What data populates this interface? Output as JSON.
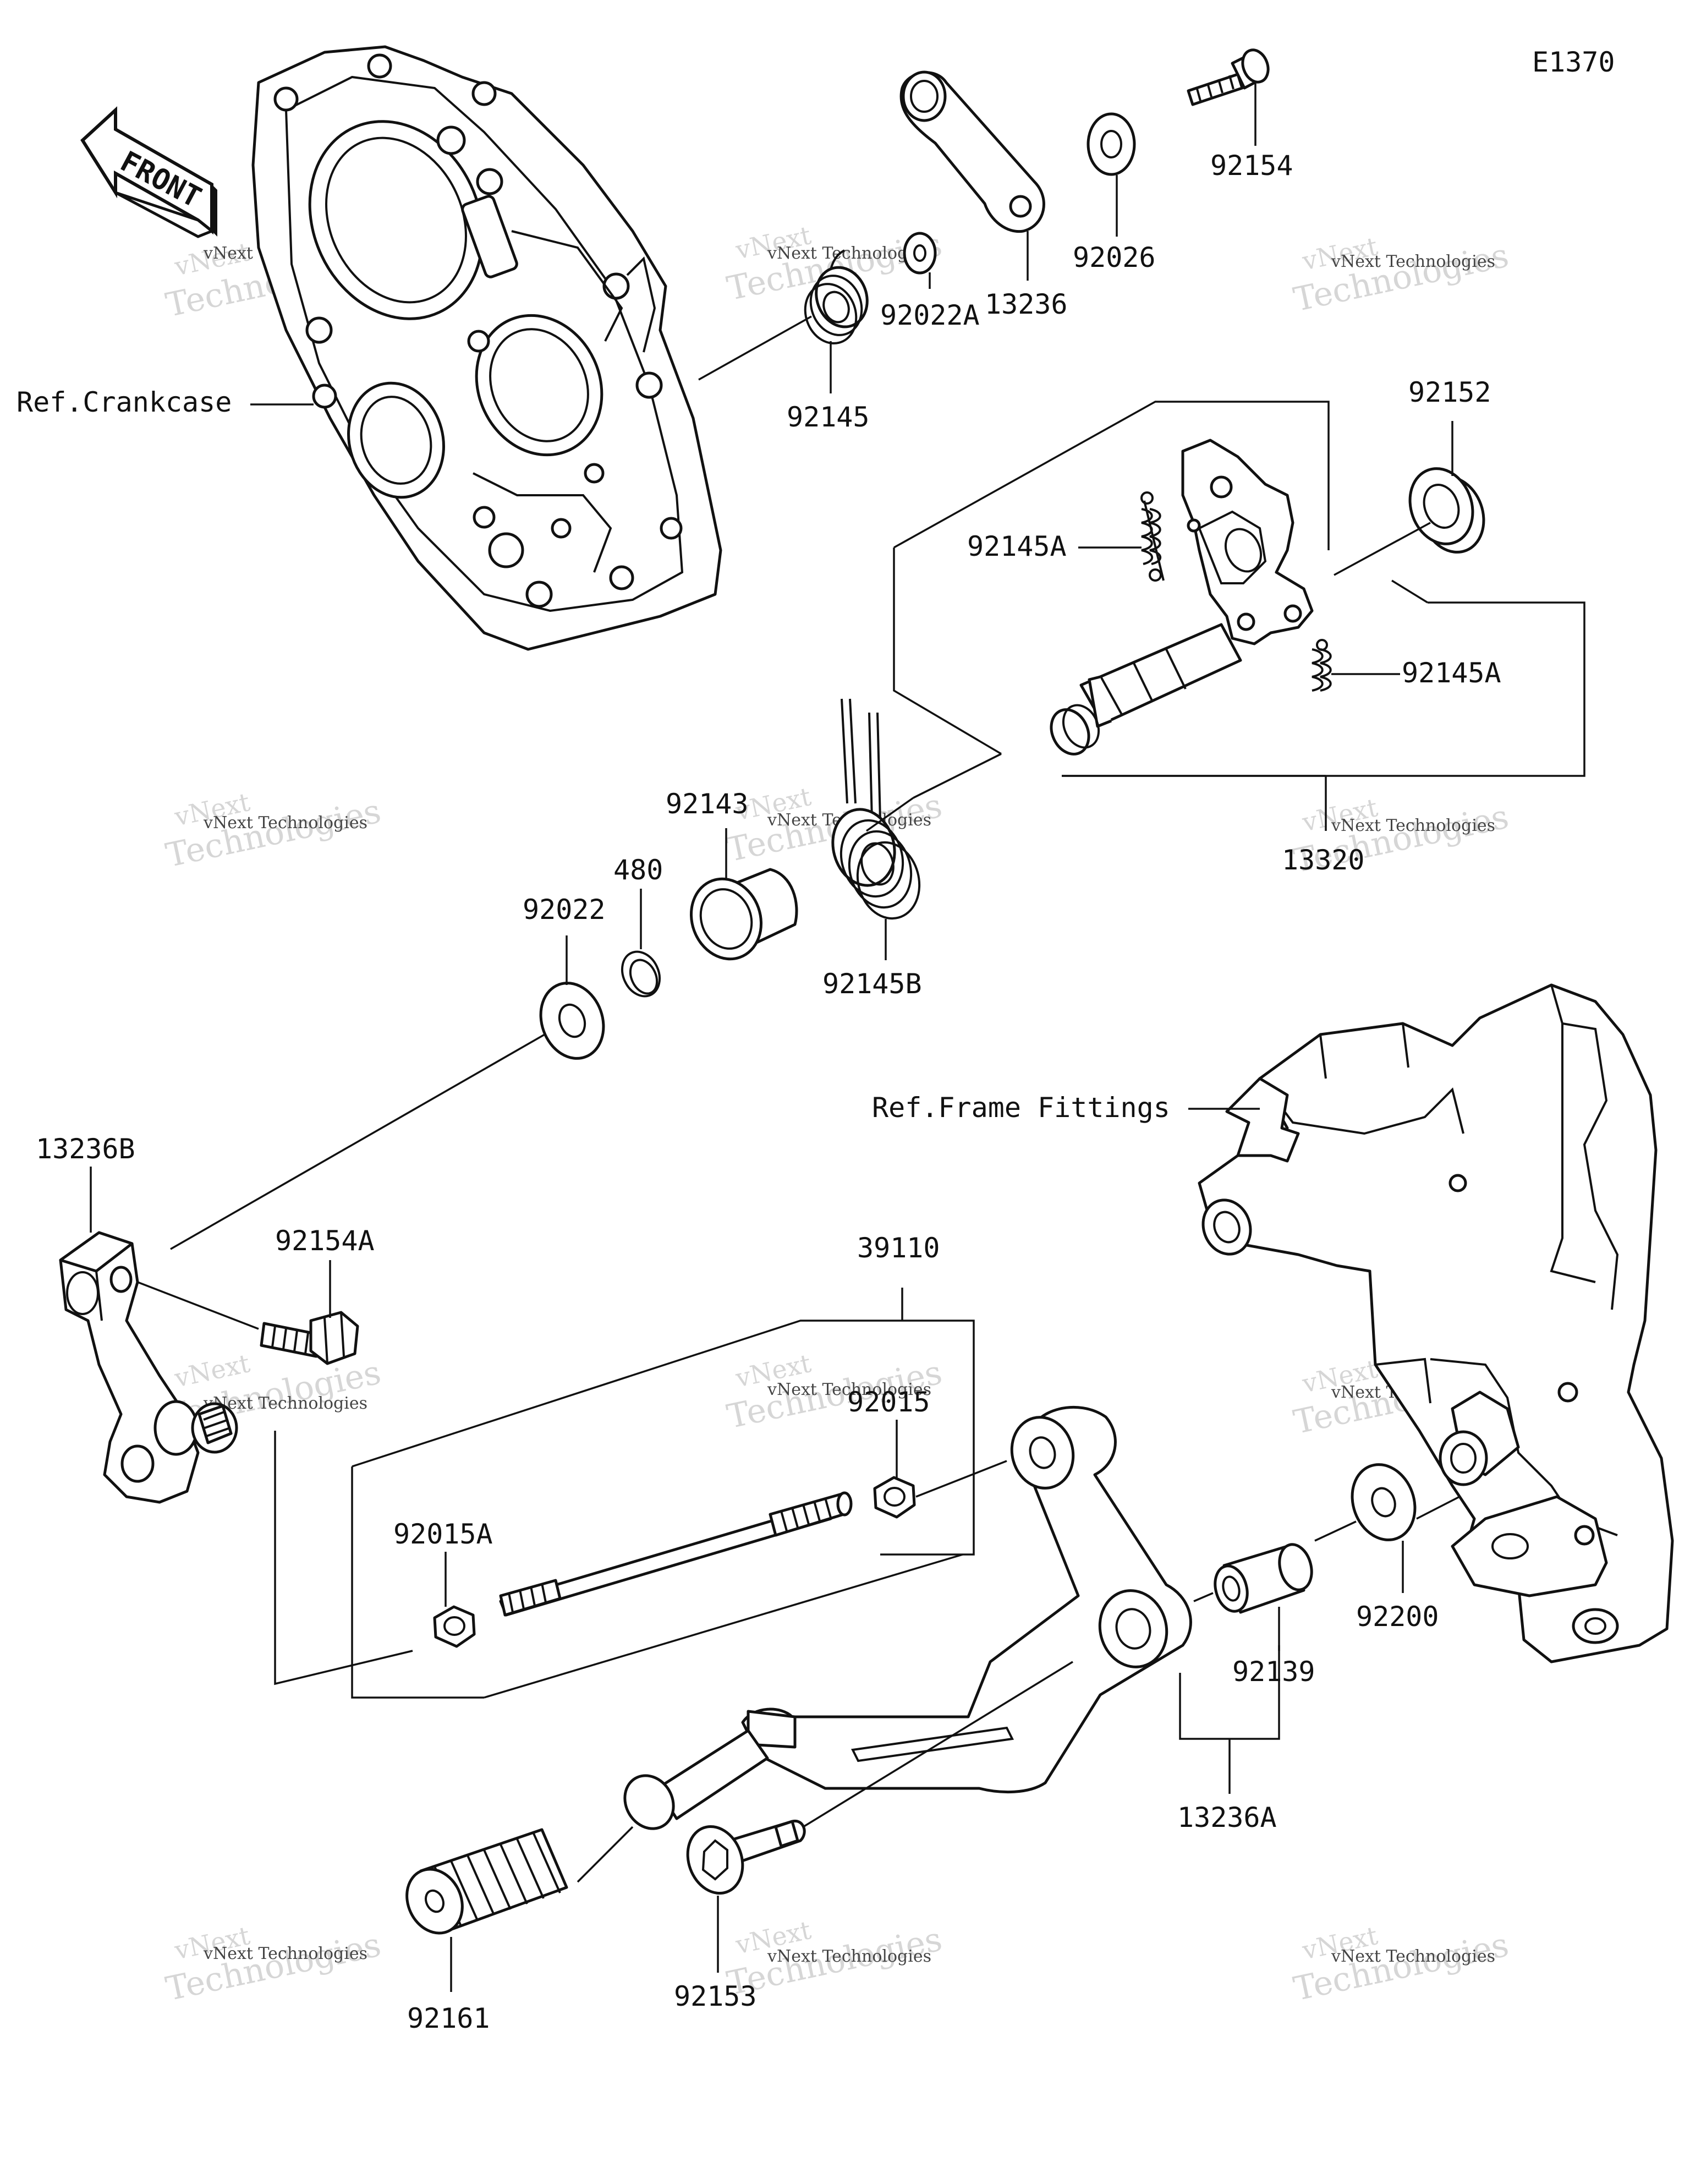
{
  "diagram_code": "E1370",
  "front_label": "FRONT",
  "refs": {
    "crankcase": "Ref.Crankcase",
    "frame_fittings": "Ref.Frame Fittings"
  },
  "parts": {
    "p92154": "92154",
    "p13236": "13236",
    "p92026": "92026",
    "p92022A": "92022A",
    "p92145": "92145",
    "p92152": "92152",
    "p92145A_1": "92145A",
    "p92145A_2": "92145A",
    "p13320": "13320",
    "p92143": "92143",
    "p480": "480",
    "p92022": "92022",
    "p92145B": "92145B",
    "p13236B": "13236B",
    "p92154A": "92154A",
    "p39110": "39110",
    "p92015": "92015",
    "p92015A": "92015A",
    "p92200": "92200",
    "p92139": "92139",
    "p13236A": "13236A",
    "p92161": "92161",
    "p92153": "92153"
  },
  "watermark": {
    "brand": "vNext",
    "name": "vNext Technologies",
    "word": "Technologies"
  }
}
